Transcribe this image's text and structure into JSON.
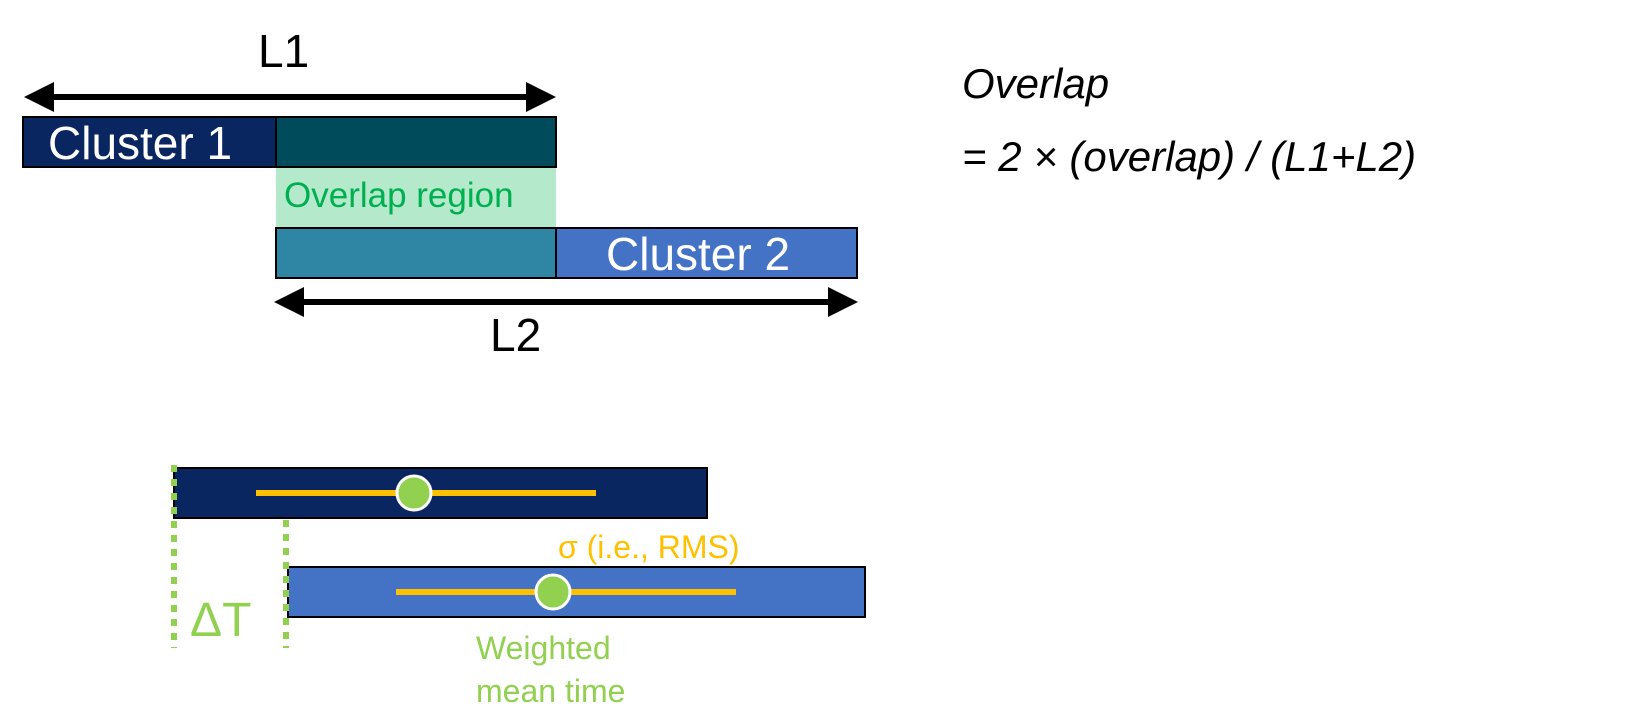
{
  "top_diagram": {
    "l1_label": "L1",
    "l2_label": "L2",
    "cluster1_label": "Cluster 1",
    "cluster2_label": "Cluster 2",
    "overlap_region_label": "Overlap region"
  },
  "formula": {
    "line1": "Overlap",
    "line2": "= 2 × (overlap) / (L1+L2)"
  },
  "bottom_diagram": {
    "sigma_label": "σ (i.e., RMS)",
    "delta_t_label": "ΔT",
    "mean_time_line1": "Weighted",
    "mean_time_line2": "mean time"
  },
  "colors": {
    "cluster1_fill": "#0a2660",
    "cluster2_fill": "#4472c4",
    "overlap_dark": "#004b5b",
    "overlap_mid": "#2e86a4",
    "overlap_region_bg": "#b5e9cc",
    "overlap_text": "#00b050",
    "sigma": "#ffc000",
    "mean_time": "#92d050"
  }
}
